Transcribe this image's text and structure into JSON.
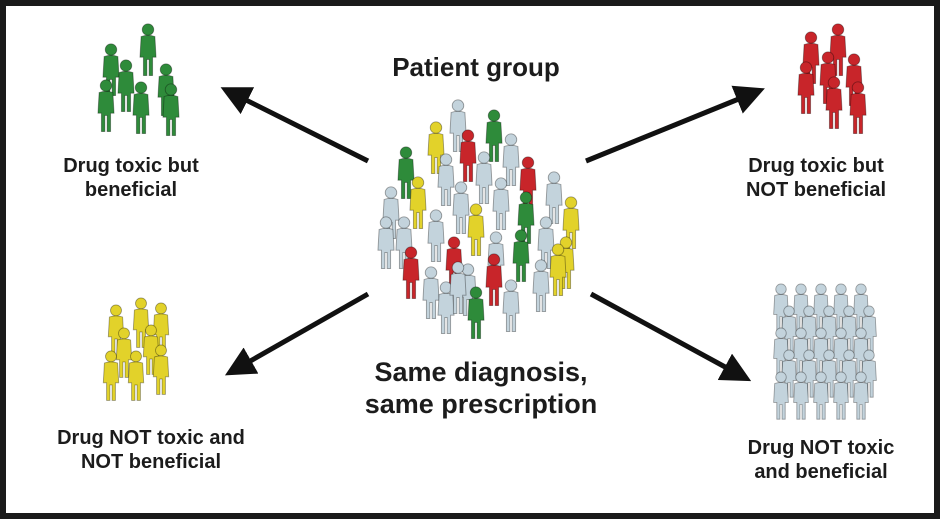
{
  "title": "Patient group",
  "center_caption": {
    "line1": "Same diagnosis,",
    "line2": "same prescription"
  },
  "outcomes": {
    "top_left": {
      "line1": "Drug toxic but",
      "line2": "beneficial",
      "color": "#2e8b3a"
    },
    "top_right": {
      "line1": "Drug toxic but",
      "line2": "NOT beneficial",
      "color": "#c8252a"
    },
    "bottom_left": {
      "line1": "Drug NOT toxic and",
      "line2": "NOT beneficial",
      "color": "#e2d22a"
    },
    "bottom_right": {
      "line1": "Drug NOT toxic",
      "line2": "and beneficial",
      "color": "#c3d3dc"
    }
  },
  "colors": {
    "green": "#2e8b3a",
    "red": "#c8252a",
    "yellow": "#e2d22a",
    "grey": "#c3d3dc",
    "arrow": "#111111"
  },
  "icons": [
    "person-icon",
    "arrow-icon"
  ]
}
